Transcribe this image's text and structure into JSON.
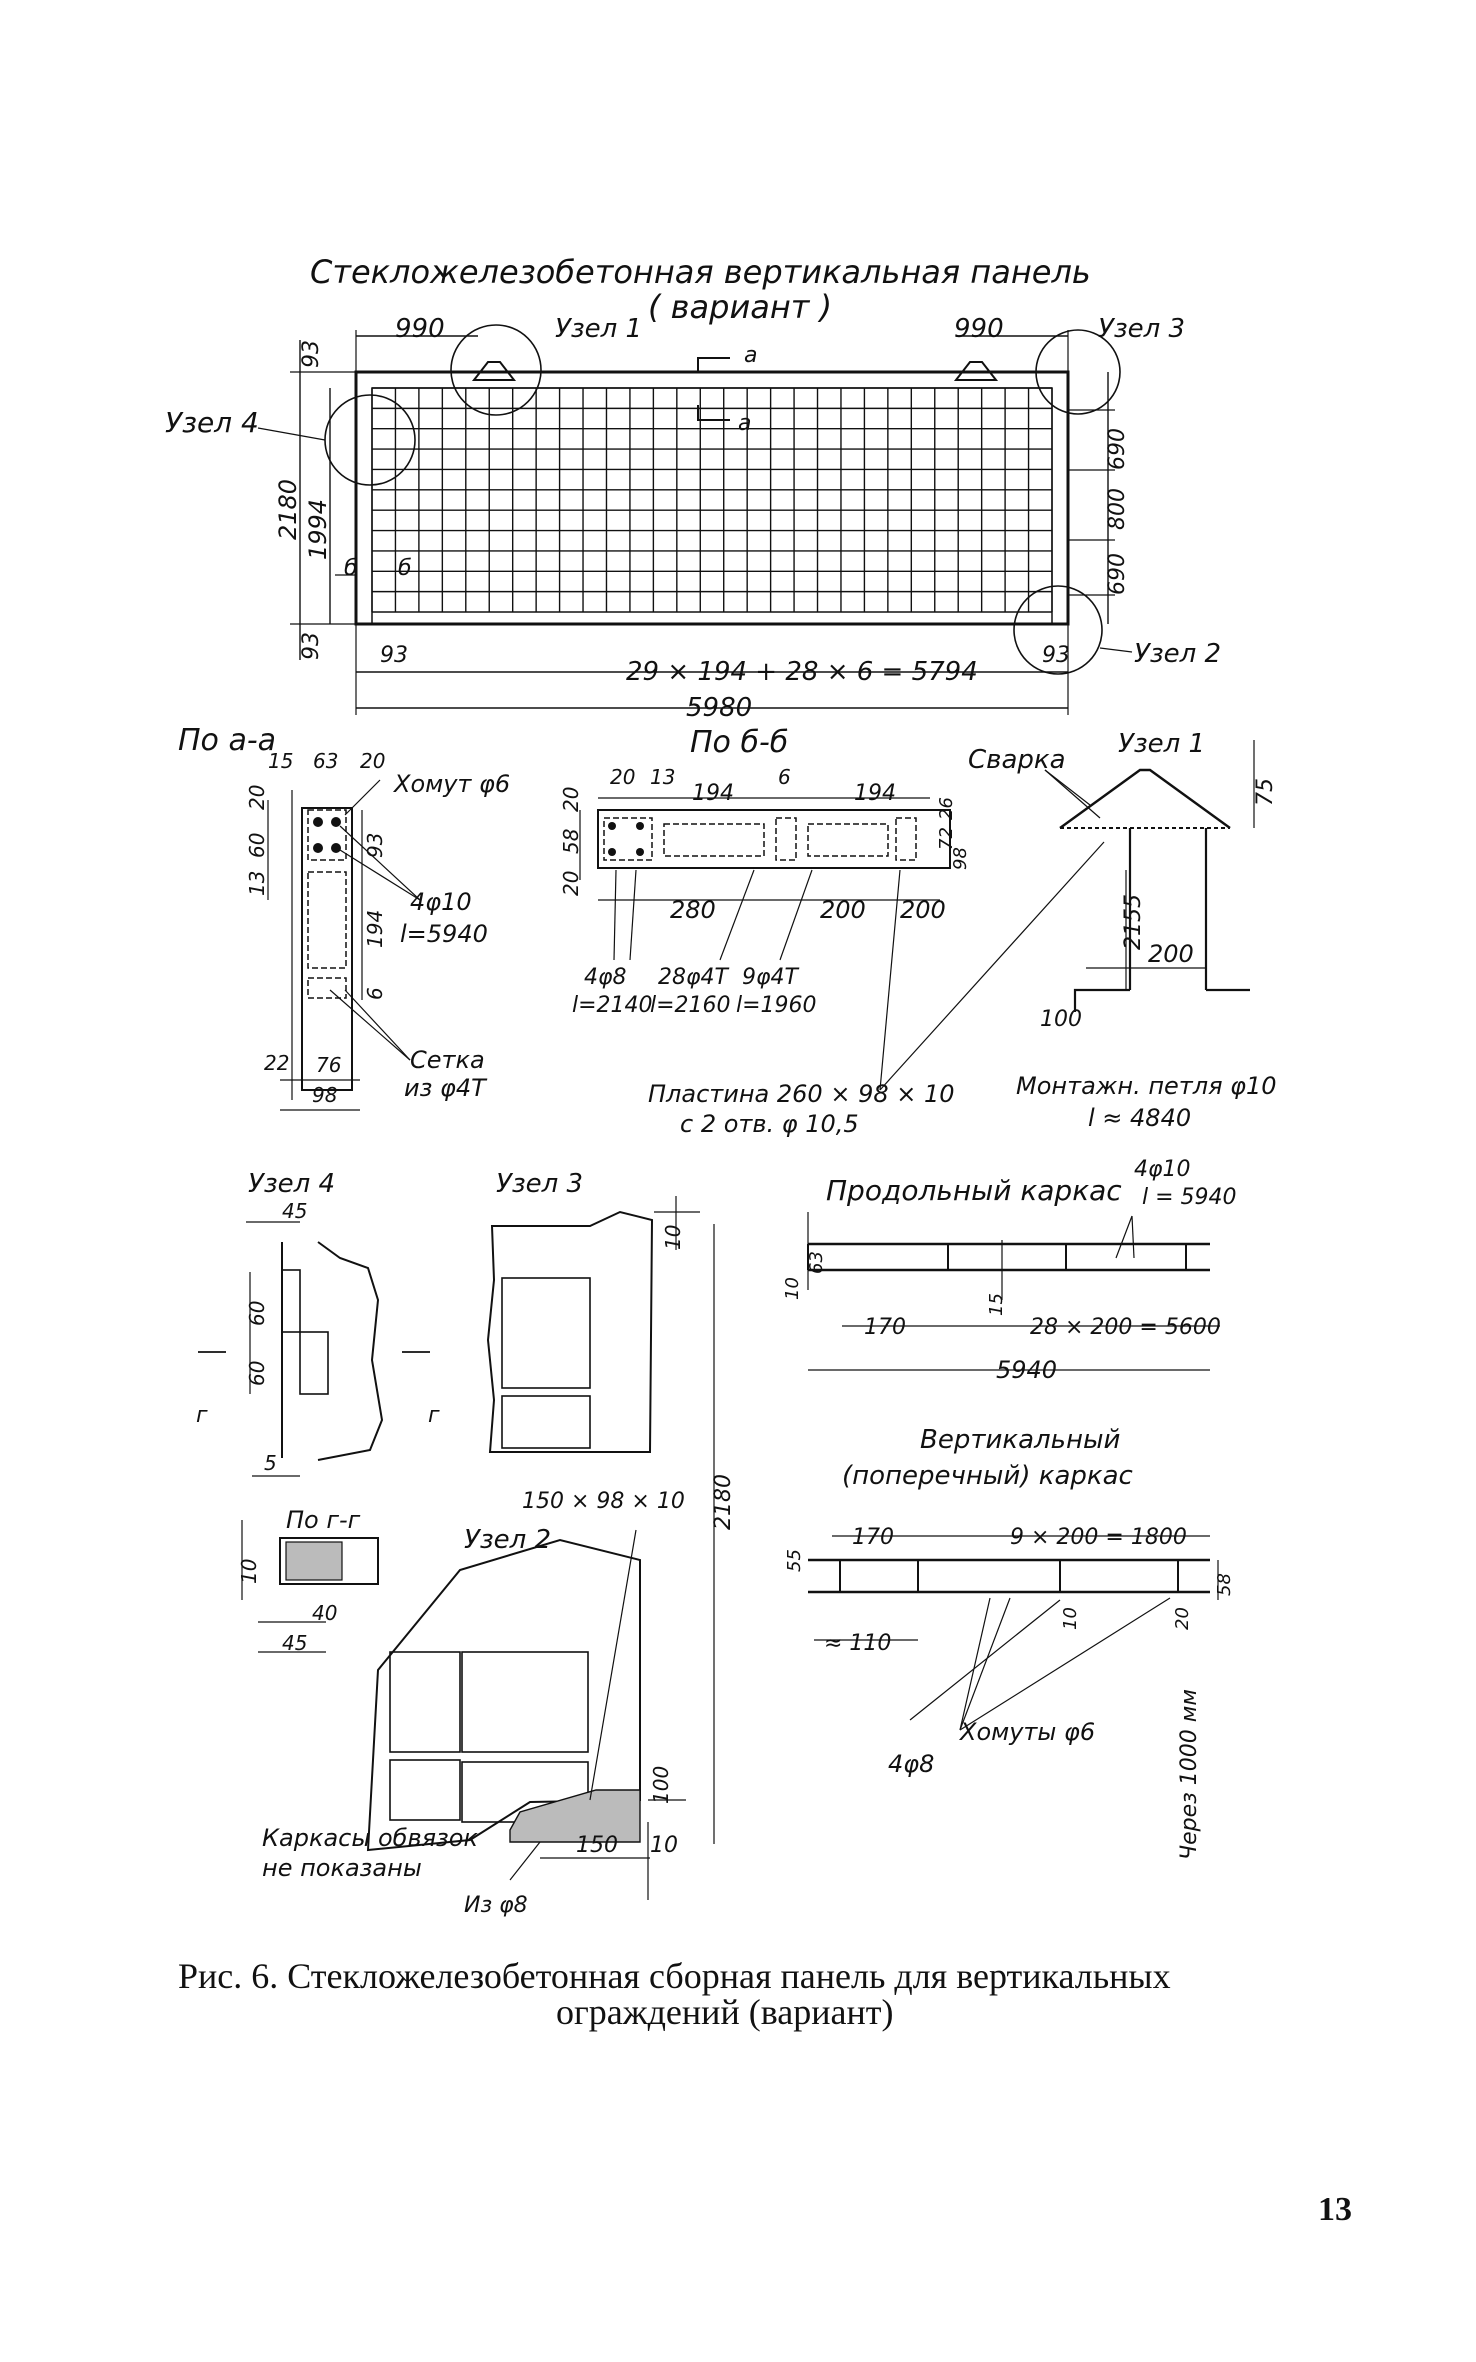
{
  "drawing": {
    "main_title": "Стекложелезобетонная вертикальная панель",
    "main_subtitle": "( вариант )",
    "panel": {
      "dim_top_left": "990",
      "dim_top_right": "990",
      "node1": "Узел 1",
      "node2": "Узел 2",
      "node3": "Узел 3",
      "node4": "Узел 4",
      "cut_a": "а",
      "cut_b": "б",
      "dim_93_top": "93",
      "dim_93_bottom": "93",
      "dim_93_bl": "93",
      "dim_93_br": "93",
      "dim_2180": "2180",
      "dim_1994": "1994",
      "dim_690_a": "690",
      "dim_800": "800",
      "dim_690_b": "690",
      "dim_grid": "29 × 194 + 28 × 6 = 5794",
      "dim_total": "5980"
    },
    "section_aa": {
      "title": "По а-а",
      "d15": "15",
      "d63": "63",
      "d20": "20",
      "d20v": "20",
      "d13": "13",
      "d60": "60",
      "d93": "93",
      "d194": "194",
      "d6": "6",
      "d22": "22",
      "d76": "76",
      "d98": "98",
      "hoop": "Хомут φ6",
      "bars": "4φ10",
      "bars_len": "l=5940",
      "mesh1": "Сетка",
      "mesh2": "из φ4Т"
    },
    "section_bb": {
      "title": "По б-б",
      "d20": "20",
      "d13": "13",
      "d194a": "194",
      "d6": "6",
      "d194b": "194",
      "d20v": "20",
      "d58": "58",
      "d20b": "20",
      "d26": "26",
      "d72": "72",
      "d98": "98",
      "d280": "280",
      "d200a": "200",
      "d200b": "200",
      "r1a": "4φ8",
      "r1b": "l=2140",
      "r2a": "28φ4Т",
      "r2b": "l=2160",
      "r3a": "9φ4Т",
      "r3b": "l=1960",
      "plate1": "Пластина 260 × 98 × 10",
      "plate2": "с 2 отв. φ 10,5"
    },
    "node1": {
      "weld": "Сварка",
      "title": "Узел 1",
      "d75": "75",
      "d2155": "2155",
      "d200": "200",
      "d100": "100",
      "loop1": "Монтажн. петля φ10",
      "loop2": "l ≈ 4840"
    },
    "node4": {
      "title": "Узел 4",
      "d45": "45",
      "d60a": "60",
      "d60b": "60",
      "d5": "5",
      "cut": "г"
    },
    "node3": {
      "title": "Узел 3",
      "d10": "10"
    },
    "section_gg": {
      "title": "По г-г",
      "d10": "10",
      "d40": "40",
      "d45": "45"
    },
    "node2": {
      "title": "Узел 2",
      "plate": "150 × 98 × 10",
      "d2180": "2180",
      "d100": "100",
      "d150": "150",
      "d10": "10",
      "note1": "Каркасы обвязок",
      "note2": "не показаны",
      "from": "Из φ8"
    },
    "long_frame": {
      "title": "Продольный каркас",
      "bars": "4φ10",
      "len": "l = 5940",
      "d10": "10",
      "d63": "63",
      "d15": "15",
      "d170": "170",
      "dsum": "28 × 200 = 5600",
      "dtot": "5940"
    },
    "vert_frame": {
      "title1": "Вертикальный",
      "title2": "(поперечный) каркас",
      "d170": "170",
      "dsum": "9 × 200 = 1800",
      "d55": "55",
      "d58": "58",
      "d10": "10",
      "d20": "20",
      "d110": "≈ 110",
      "hoops": "Хомуты φ6",
      "bars": "4φ8",
      "step": "Через 1000 мм"
    }
  },
  "caption_line1": "Рис. 6. Стекложелезобетонная сборная панель для вертикальных",
  "caption_line2": "ограждений (вариант)",
  "page_number": "13"
}
